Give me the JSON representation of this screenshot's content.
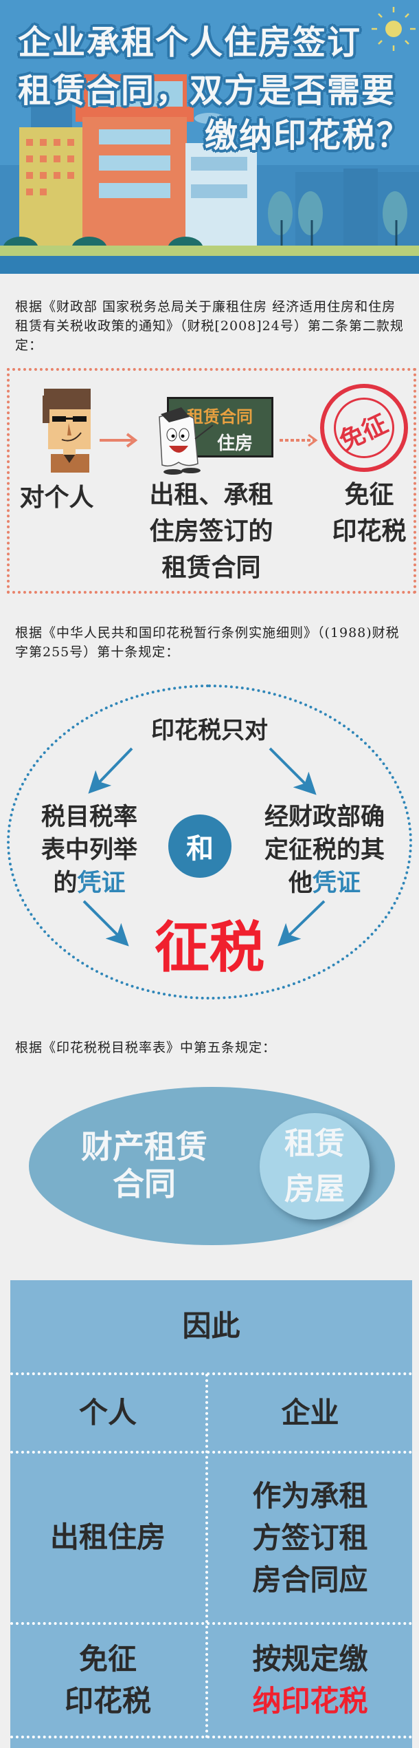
{
  "header": {
    "title_lines": [
      "企业承租个人住房签订",
      "租赁合同，双方是否需要",
      "缴纳印花税？"
    ]
  },
  "section1": {
    "citation": "根据《财政部 国家税务总局关于廉租住房 经济适用住房和住房租赁有关税收政策的通知》（财税[2008]24号）第二条第二款规定：",
    "board_title": "租赁合同",
    "board_subtitle": "住房",
    "stamp_text": "免征",
    "label_person": "对个人",
    "label_contract_lines": [
      "出租、承租",
      "住房签订的",
      "租赁合同"
    ],
    "label_exempt_lines": [
      "免征",
      "印花税"
    ]
  },
  "section2": {
    "citation": "根据《中华人民共和国印花税暂行条例实施细则》（(1988)财税字第255号）第十条规定：",
    "top": "印花税只对",
    "left_lines": [
      "税目税率",
      "表中列举"
    ],
    "left_last_prefix": "的",
    "left_last_highlight": "凭证",
    "and": "和",
    "right_lines": [
      "经财政部确",
      "定征税的其"
    ],
    "right_last_prefix": "他",
    "right_last_highlight": "凭证",
    "result": "征税"
  },
  "section3": {
    "citation": "根据《印花税税目税率表》中第五条规定：",
    "outer_lines": [
      "财产租赁",
      "合同"
    ],
    "inner_lines": [
      "租赁",
      "房屋"
    ]
  },
  "conclusion": {
    "title": "因此",
    "columns": [
      "个人",
      "企业"
    ],
    "row1": {
      "individual": "出租住房",
      "enterprise_lines": [
        "作为承租",
        "方签订租",
        "房合同应"
      ]
    },
    "row2": {
      "individual_lines": [
        "免征",
        "印花税"
      ],
      "enterprise_black": "按规定缴",
      "enterprise_red": "纳印花税"
    }
  },
  "colors": {
    "header_bg": "#4a98cc",
    "accent_blue": "#2f86b8",
    "accent_red": "#f0202e",
    "box_border": "#e8826a",
    "table_bg": "#82b5d6"
  }
}
